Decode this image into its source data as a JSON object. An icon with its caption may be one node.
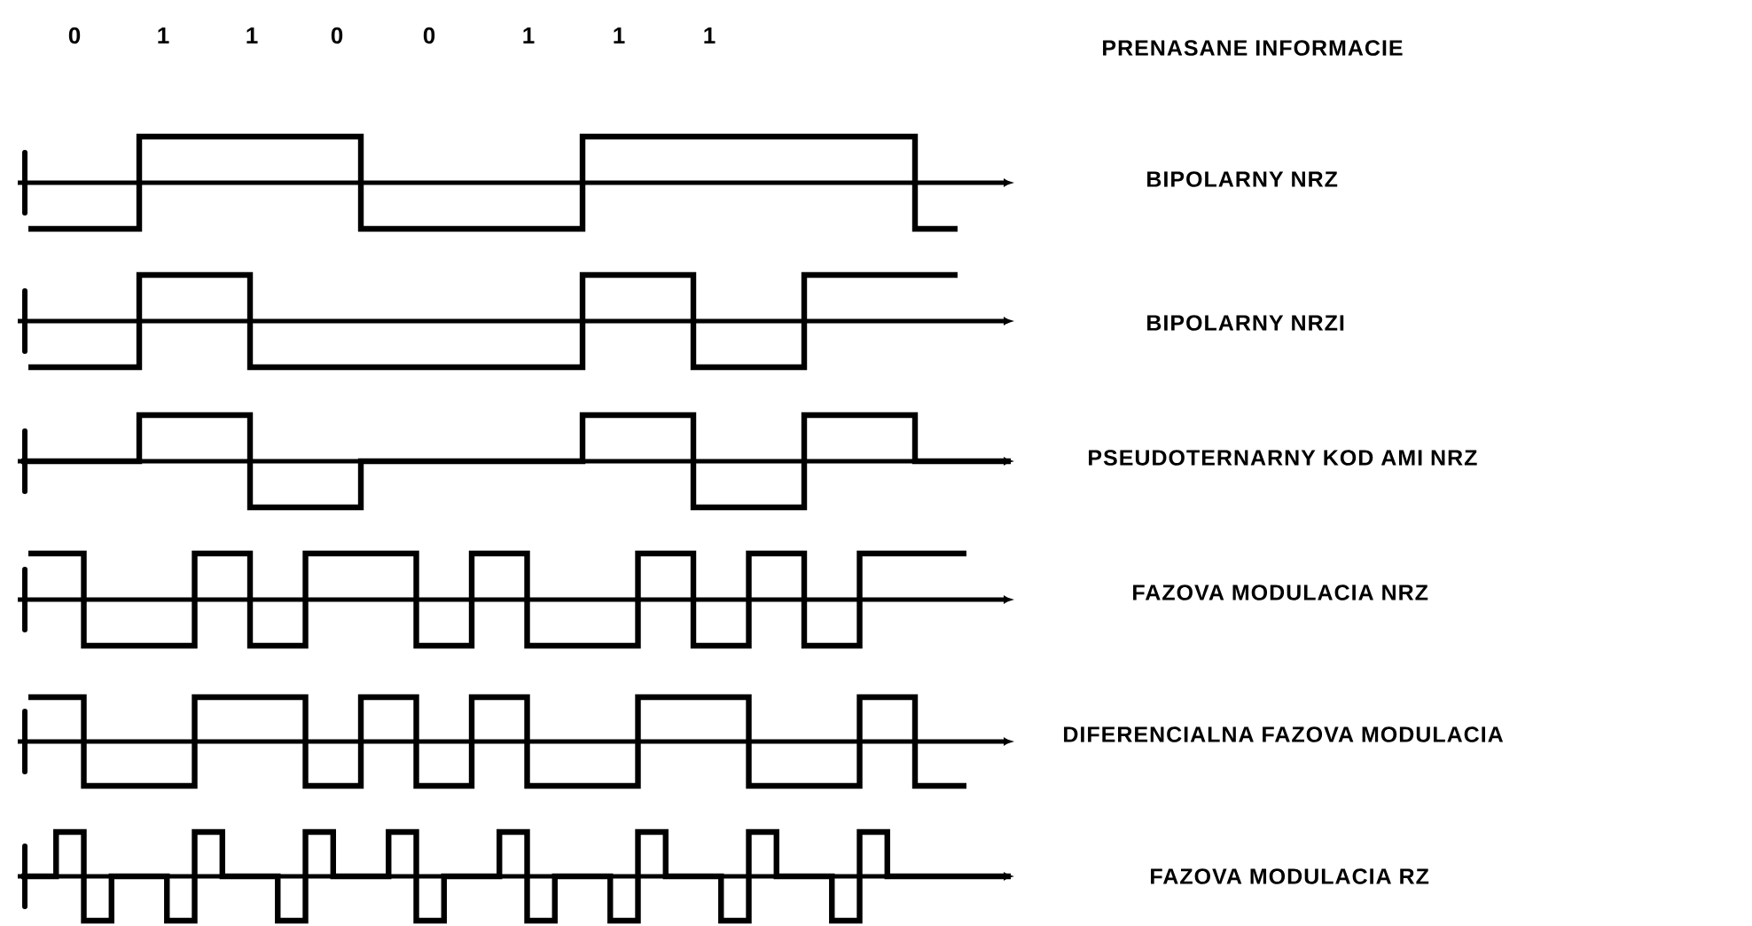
{
  "diagram": {
    "labels": [
      "0",
      "1",
      "1",
      "0",
      "0",
      "1",
      "1",
      "1",
      "PRENASANE INFORMACIE",
      "BIPOLARNY NRZ",
      "BIPOLARNY NRZI",
      "PSEUDOTERNARNY KOD AMI NRZ",
      "FAZOVA MODULACIA NRZ",
      "DIFERENCIALNA FAZOVA MODULACIA",
      "FAZOVA MODULACIA RZ"
    ]
  }
}
